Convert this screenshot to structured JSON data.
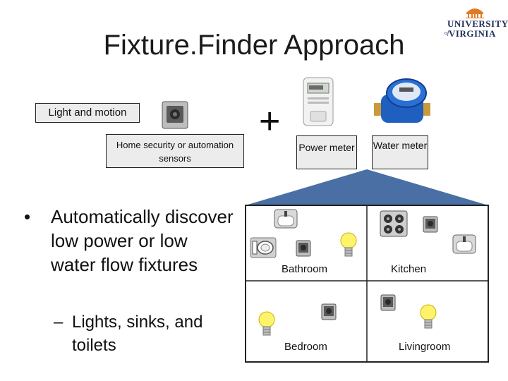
{
  "slide": {
    "title": "Fixture.Finder Approach",
    "logo": {
      "line1": "UNIVERSITY",
      "line2": "VIRGINIA",
      "of": "of"
    },
    "sensors": {
      "light_motion": "Light and motion",
      "home_security": "Home security or automation sensors"
    },
    "plus": "+",
    "meters": {
      "power": "Power meter",
      "water": "Water meter"
    },
    "bullet_main": "Automatically discover low power or low water flow fixtures",
    "bullet_sub": "Lights, sinks, and toilets",
    "rooms": {
      "bathroom": "Bathroom",
      "kitchen": "Kitchen",
      "bedroom": "Bedroom",
      "livingroom": "Livingroom"
    }
  },
  "colors": {
    "house_roof": "#4a6fa5",
    "logo_navy": "#1d2d5c",
    "logo_orange": "#e07b24",
    "meter_blue": "#1f5fbf"
  },
  "icons": [
    "sensor-icon",
    "power-meter-icon",
    "water-meter-icon",
    "sink-icon",
    "toilet-icon",
    "stove-icon",
    "lightbulb-icon",
    "logo-rotunda-icon"
  ]
}
